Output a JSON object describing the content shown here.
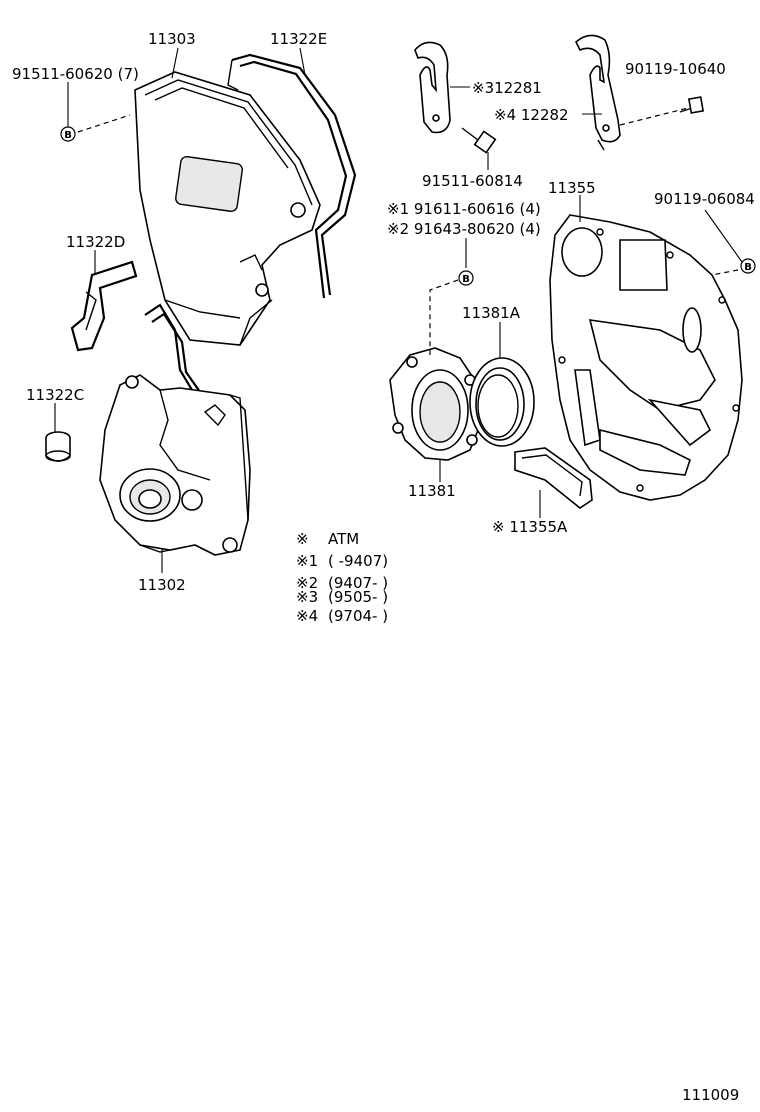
{
  "labels": {
    "p11303": "11303",
    "p11322E": "11322E",
    "p91511_60620": "91511-60620 (7)",
    "p11322D": "11322D",
    "p11322C": "11322C",
    "p11302": "11302",
    "p312281": "※312281",
    "p412282": "※4 12282",
    "p90119_10640": "90119-10640",
    "p91511_60814": "91511-60814",
    "p91611": "※1 91611-60616 (4)",
    "p91643": "※2 91643-80620 (4)",
    "p11355": "11355",
    "p90119_06084": "90119-06084",
    "p11381A": "11381A",
    "p11381": "11381",
    "p11355A": "※ 11355A",
    "marker": "B"
  },
  "legend": [
    {
      "mark": "※",
      "text": "ATM"
    },
    {
      "mark": "※1",
      "text": "(        -9407)"
    },
    {
      "mark": "※2",
      "text": "(9407-        )"
    },
    {
      "mark": "※3",
      "text": "(9505-        )"
    },
    {
      "mark": "※4",
      "text": "(9704-        )"
    }
  ],
  "figure_number": "111009"
}
